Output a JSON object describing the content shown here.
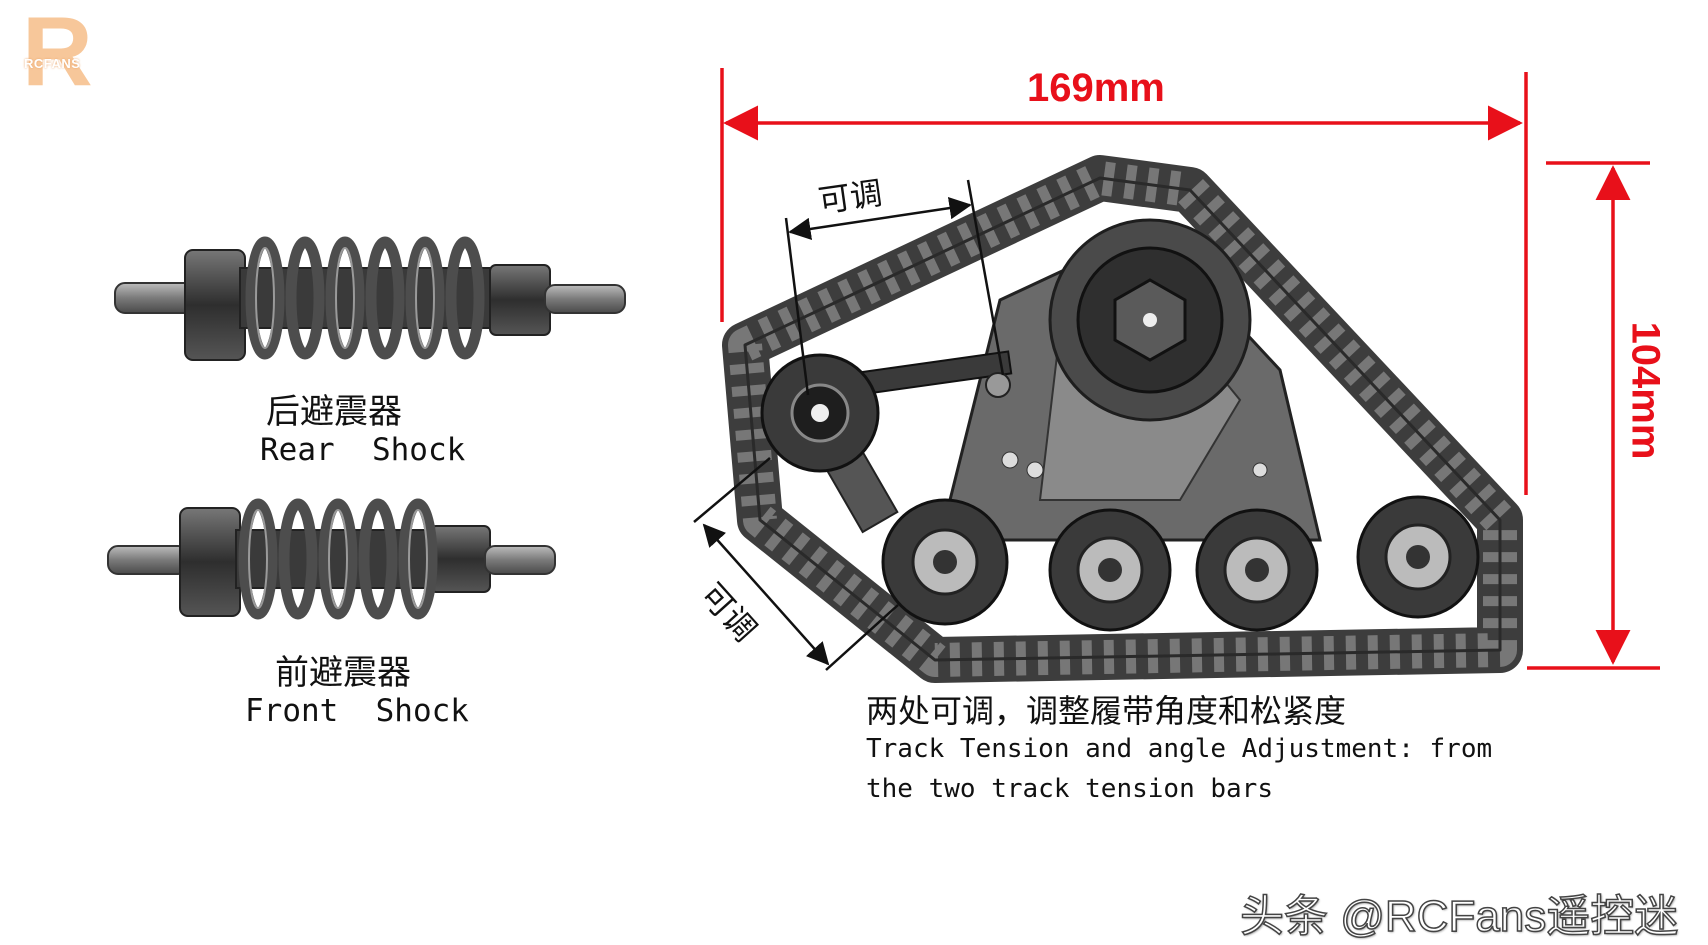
{
  "logo": {
    "text": "RCFANS"
  },
  "rear_shock": {
    "label_cn": "后避震器",
    "label_en": "Rear  Shock"
  },
  "front_shock": {
    "label_cn": "前避震器",
    "label_en": "Front  Shock"
  },
  "track": {
    "width_label": "169mm",
    "height_label": "104mm",
    "adjust_top": "可调",
    "adjust_side": "可调"
  },
  "caption": {
    "cn": "两处可调，调整履带角度和松紧度",
    "en_line1": "Track Tension and angle Adjustment: from",
    "en_line2": "the two track tension bars"
  },
  "watermark": "头条 @RCFans遥控迷",
  "colors": {
    "dimension": "#e8101a",
    "part": "#3a3a3a",
    "metal": "#8a8a8a"
  }
}
